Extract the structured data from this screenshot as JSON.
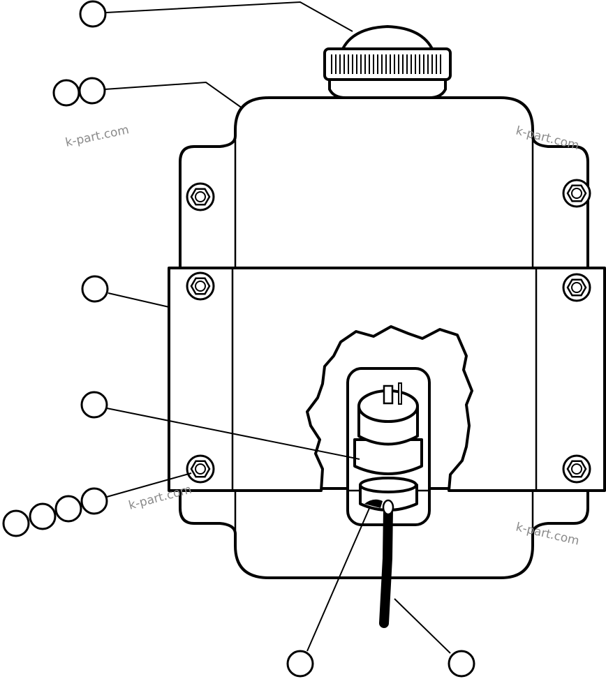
{
  "diagram": {
    "watermarks": [
      "k-part.com",
      "k-part.com",
      "k-part.com",
      "k-part.com"
    ],
    "callouts": [
      {
        "part": "cap",
        "count": 1
      },
      {
        "part": "tank",
        "count": 2
      },
      {
        "part": "strap",
        "count": 1
      },
      {
        "part": "level-sensor",
        "count": 1
      },
      {
        "part": "strap-bolt",
        "count": 4
      },
      {
        "part": "sensor-seal",
        "count": 1
      },
      {
        "part": "sensor-cable",
        "count": 1
      }
    ]
  }
}
